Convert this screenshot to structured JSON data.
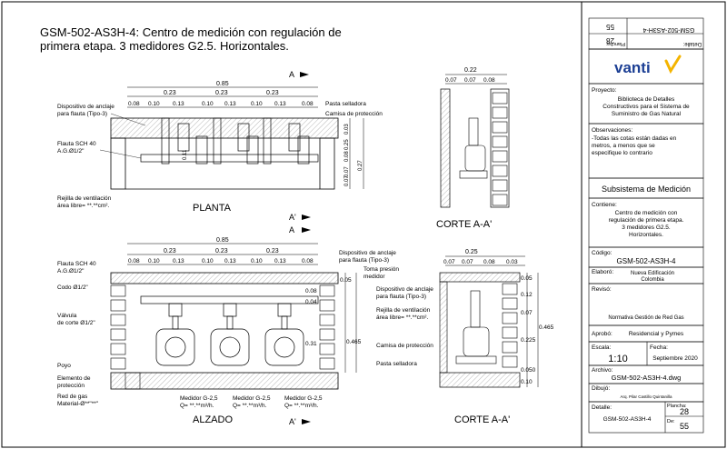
{
  "drawing": {
    "title_line1": "GSM-502-AS3H-4: Centro de medición con regulación de",
    "title_line2": "primera etapa.  3 medidores G2.5. Horizontales.",
    "views": {
      "planta": "PLANTA",
      "corte_top": "CORTE A-A'",
      "alzado": "ALZADO",
      "corte_bottom": "CORTE A-A'",
      "section_a": "A",
      "section_a_prime": "A'"
    },
    "planta_dims": {
      "overall": "0.85",
      "mid": [
        "0.23",
        "0.23",
        "0.23"
      ],
      "small": [
        "0.08",
        "0.10",
        "0.13",
        "0.10",
        "0.13",
        "0.10",
        "0.13",
        "0.08"
      ],
      "vertical": [
        "0.03",
        "0.11",
        "0.07",
        "0.08",
        "0.25",
        "0.27",
        "0.07"
      ]
    },
    "corte_top_dims": {
      "overall": "0.22",
      "parts": [
        "0.07",
        "0.07",
        "0.08"
      ]
    },
    "alzado_dims": {
      "overall": "0.85",
      "mid": [
        "0.23",
        "0.23",
        "0.23"
      ],
      "small": [
        "0.08",
        "0.10",
        "0.13",
        "0.10",
        "0.13",
        "0.10",
        "0.13",
        "0.08"
      ],
      "vertical": [
        "0.05",
        "0.08",
        "0.04",
        "0.31",
        "0.465"
      ]
    },
    "corte_bottom_dims": {
      "overall": "0.25",
      "parts": [
        "0.07",
        "0.07",
        "0.08",
        "0.03"
      ],
      "vertical": [
        "0.05",
        "0.12",
        "0.07",
        "0.225",
        "0.465",
        "0.050",
        "0.10"
      ]
    },
    "labels": {
      "dispositivo_anclaje": [
        "Dispositivo de anclaje",
        "para flauta (Tipo-3)"
      ],
      "pasta_selladora": "Pasta selladora",
      "camisa": "Camisa de protección",
      "flauta": [
        "Flauta SCH 40",
        "A.G.Ø1/2\""
      ],
      "rejilla": [
        "Rejilla de ventilación",
        "área libre= **.**cm²."
      ],
      "toma_presion": [
        "Toma presión",
        "medidor"
      ],
      "codo": "Codo Ø1/2\"",
      "valvula": [
        "Válvula",
        "de corte Ø1/2\""
      ],
      "poyo": "Poyo",
      "elemento": [
        "Elemento de",
        "protección"
      ],
      "red_gas": [
        "Red de gas",
        "Material-Ø**\"**\""
      ],
      "medidor": [
        "Medidor G-2,5",
        "Q= **.**m³/h."
      ]
    },
    "titleblock": {
      "rotated_code": "GSM-502-AS3H-4",
      "rotated_detalle_label": "Detalle:",
      "rotated_plancha_label": "Plancha:",
      "rotated_plancha": "28",
      "rotated_de": "55",
      "logo": "vanti",
      "proyecto_label": "Proyecto:",
      "proyecto": [
        "Biblioteca de Detalles",
        "Constructivos para el Sistema de",
        "Suministro de Gas Natural"
      ],
      "observaciones_label": "Observaciones:",
      "observaciones": [
        "-Todas las cotas están dadas en",
        "metros, a menos que se",
        "especifique lo contrario"
      ],
      "subsistema": "Subsistema de Medición",
      "contiene_label": "Contiene:",
      "contiene": [
        "Centro de medición con",
        "regulación de primera etapa.",
        "3 medidores G2.5.",
        "Horizontales."
      ],
      "codigo_label": "Código:",
      "codigo": "GSM-502-AS3H-4",
      "elaboro_label": "Elaboró:",
      "elaboro": [
        "Nueva Edificación",
        "Colombia"
      ],
      "reviso_label": "Revisó:",
      "reviso": "Normativa Gestión de Red Gas",
      "aprobo_label": "Aprobó:",
      "aprobo": "Residencial y Pymes",
      "escala_label": "Escala:",
      "escala": "1:10",
      "fecha_label": "Fecha:",
      "fecha": "Septiembre 2020",
      "archivo_label": "Archivo:",
      "archivo": "GSM-502-AS3H-4.dwg",
      "dibujo_label": "Dibujó:",
      "dibujo": "Arq. Pilar Castillo Quintanilla",
      "detalle_label": "Detalle:",
      "detalle": "GSM-502-AS3H-4",
      "plancha_label": "Plancha:",
      "plancha": "28",
      "de_label": "De:",
      "de": "55"
    },
    "colors": {
      "ink": "#000000",
      "brand": "#1c3f94",
      "brand_accent": "#f4b400",
      "hatch": "#9a9a9a"
    }
  }
}
